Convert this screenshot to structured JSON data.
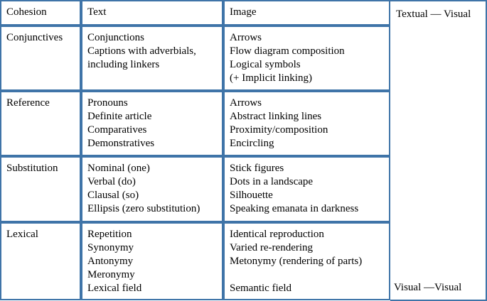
{
  "table": {
    "headers": [
      "Cohesion",
      "Text",
      "Image"
    ],
    "rows": [
      {
        "category": "Conjunctives",
        "text": [
          "Conjunctions",
          "Captions with adverbials,",
          "including linkers"
        ],
        "image": [
          "Arrows",
          "Flow diagram composition",
          "Logical symbols",
          "(+ Implicit linking)"
        ]
      },
      {
        "category": "Reference",
        "text": [
          "Pronouns",
          "Definite article",
          "Comparatives",
          "Demonstratives"
        ],
        "image": [
          "Arrows",
          "Abstract linking lines",
          "Proximity/composition",
          "Encircling"
        ]
      },
      {
        "category": "Substitution",
        "text": [
          "Nominal (one)",
          "Verbal (do)",
          "Clausal (so)",
          "Ellipsis (zero substitution)"
        ],
        "image": [
          "Stick figures",
          "Dots in a landscape",
          "Silhouette",
          "Speaking emanata in darkness"
        ]
      },
      {
        "category": "Lexical",
        "text": [
          "Repetition",
          "Synonymy",
          "Antonymy",
          "Meronymy",
          "Lexical field"
        ],
        "image": [
          "Identical reproduction",
          "Varied re-rendering",
          "Metonymy (rendering of parts)",
          "",
          "Semantic field"
        ]
      }
    ]
  },
  "scale": {
    "top_label": "Textual — Visual",
    "bottom_label": "Visual —Visual"
  },
  "colors": {
    "border": "#3f74a8",
    "text": "#000000"
  }
}
